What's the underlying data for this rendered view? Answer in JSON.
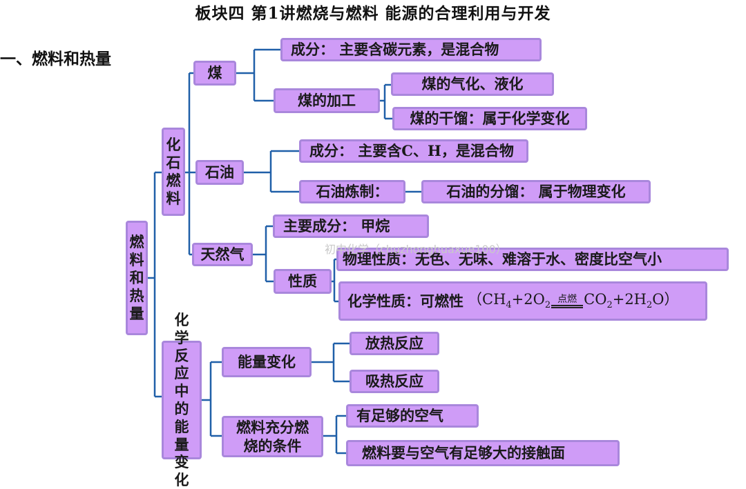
{
  "title": "板块四  第1讲燃烧与燃料  能源的合理利用与开发",
  "section": "一、燃料和热量",
  "watermark": "初中化学（chuzhonghuaxue100）",
  "colors": {
    "node_fill": "#cf9cf7",
    "node_border": "#a987dc",
    "connector": "#1f5fa8"
  },
  "nodes": {
    "root": [
      "燃",
      "料",
      "和",
      "热",
      "量"
    ],
    "fossil": [
      "化",
      "石",
      "燃",
      "料"
    ],
    "coal": "煤",
    "coal_component": "成分：  主要含碳元素，是混合物",
    "coal_processing": "煤的加工",
    "coal_gasification": "煤的气化、液化",
    "coal_distillation": "煤的干馏：属于化学变化",
    "oil": "石油",
    "oil_component": "成分：  主要含C、H，是混合物",
    "oil_refining": "石油炼制：",
    "oil_fractionation": "石油的分馏：  属于物理变化",
    "natural_gas": "天然气",
    "gas_main": "主要成分：   甲烷",
    "gas_properties": "性质",
    "gas_physical": "物理性质：无色、无味、难溶于水、密度比空气小",
    "gas_chemical_label": "化学性质：可燃性",
    "gas_chemical_eq": {
      "lead": "（CH",
      "sub1": "4",
      "mid1": "+2O",
      "sub2": "2",
      "condition": "点燃",
      "mid2": "CO",
      "sub3": "2",
      "mid3": "+2H",
      "sub4": "2",
      "tail": "O）"
    },
    "energy_in_reaction": [
      "化",
      "学",
      "反",
      "应",
      "中",
      "的",
      "能",
      "量",
      "变",
      "化"
    ],
    "energy_change": "能量变化",
    "exothermic": "放热反应",
    "endothermic": "吸热反应",
    "combustion_conditions": [
      "燃料充分燃",
      "烧的条件"
    ],
    "enough_air": "有足够的空气",
    "contact_area": "燃料要与空气有足够大的接触面"
  }
}
